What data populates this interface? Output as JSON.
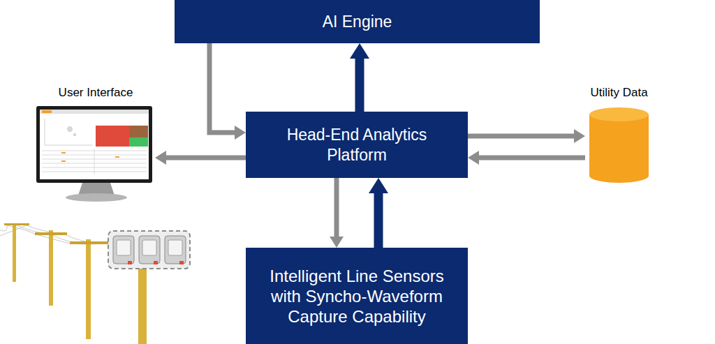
{
  "diagram": {
    "nodes": [
      {
        "text": [
          "AI Engine"
        ]
      },
      {
        "text": [
          "User Interface"
        ]
      },
      {
        "text": [
          "Head-End Analytics Platform"
        ]
      },
      {
        "text": [
          "Utility Data"
        ]
      },
      {
        "text": [
          "Intelligent Line Sensors with Syncho-Waveform Capture Capability"
        ]
      }
    ],
    "edges": [
      {
        "from": 2,
        "to": 0,
        "arrow": "to"
      },
      {
        "from": 0,
        "to": 2,
        "arrow": "to"
      },
      {
        "from": 2,
        "to": 1,
        "arrow": "to"
      },
      {
        "from": 2,
        "to": 3,
        "arrow": "to"
      },
      {
        "from": 3,
        "to": 2,
        "arrow": "to"
      },
      {
        "from": 2,
        "to": 4,
        "arrow": "to"
      },
      {
        "from": 4,
        "to": 2,
        "arrow": "to"
      }
    ]
  }
}
